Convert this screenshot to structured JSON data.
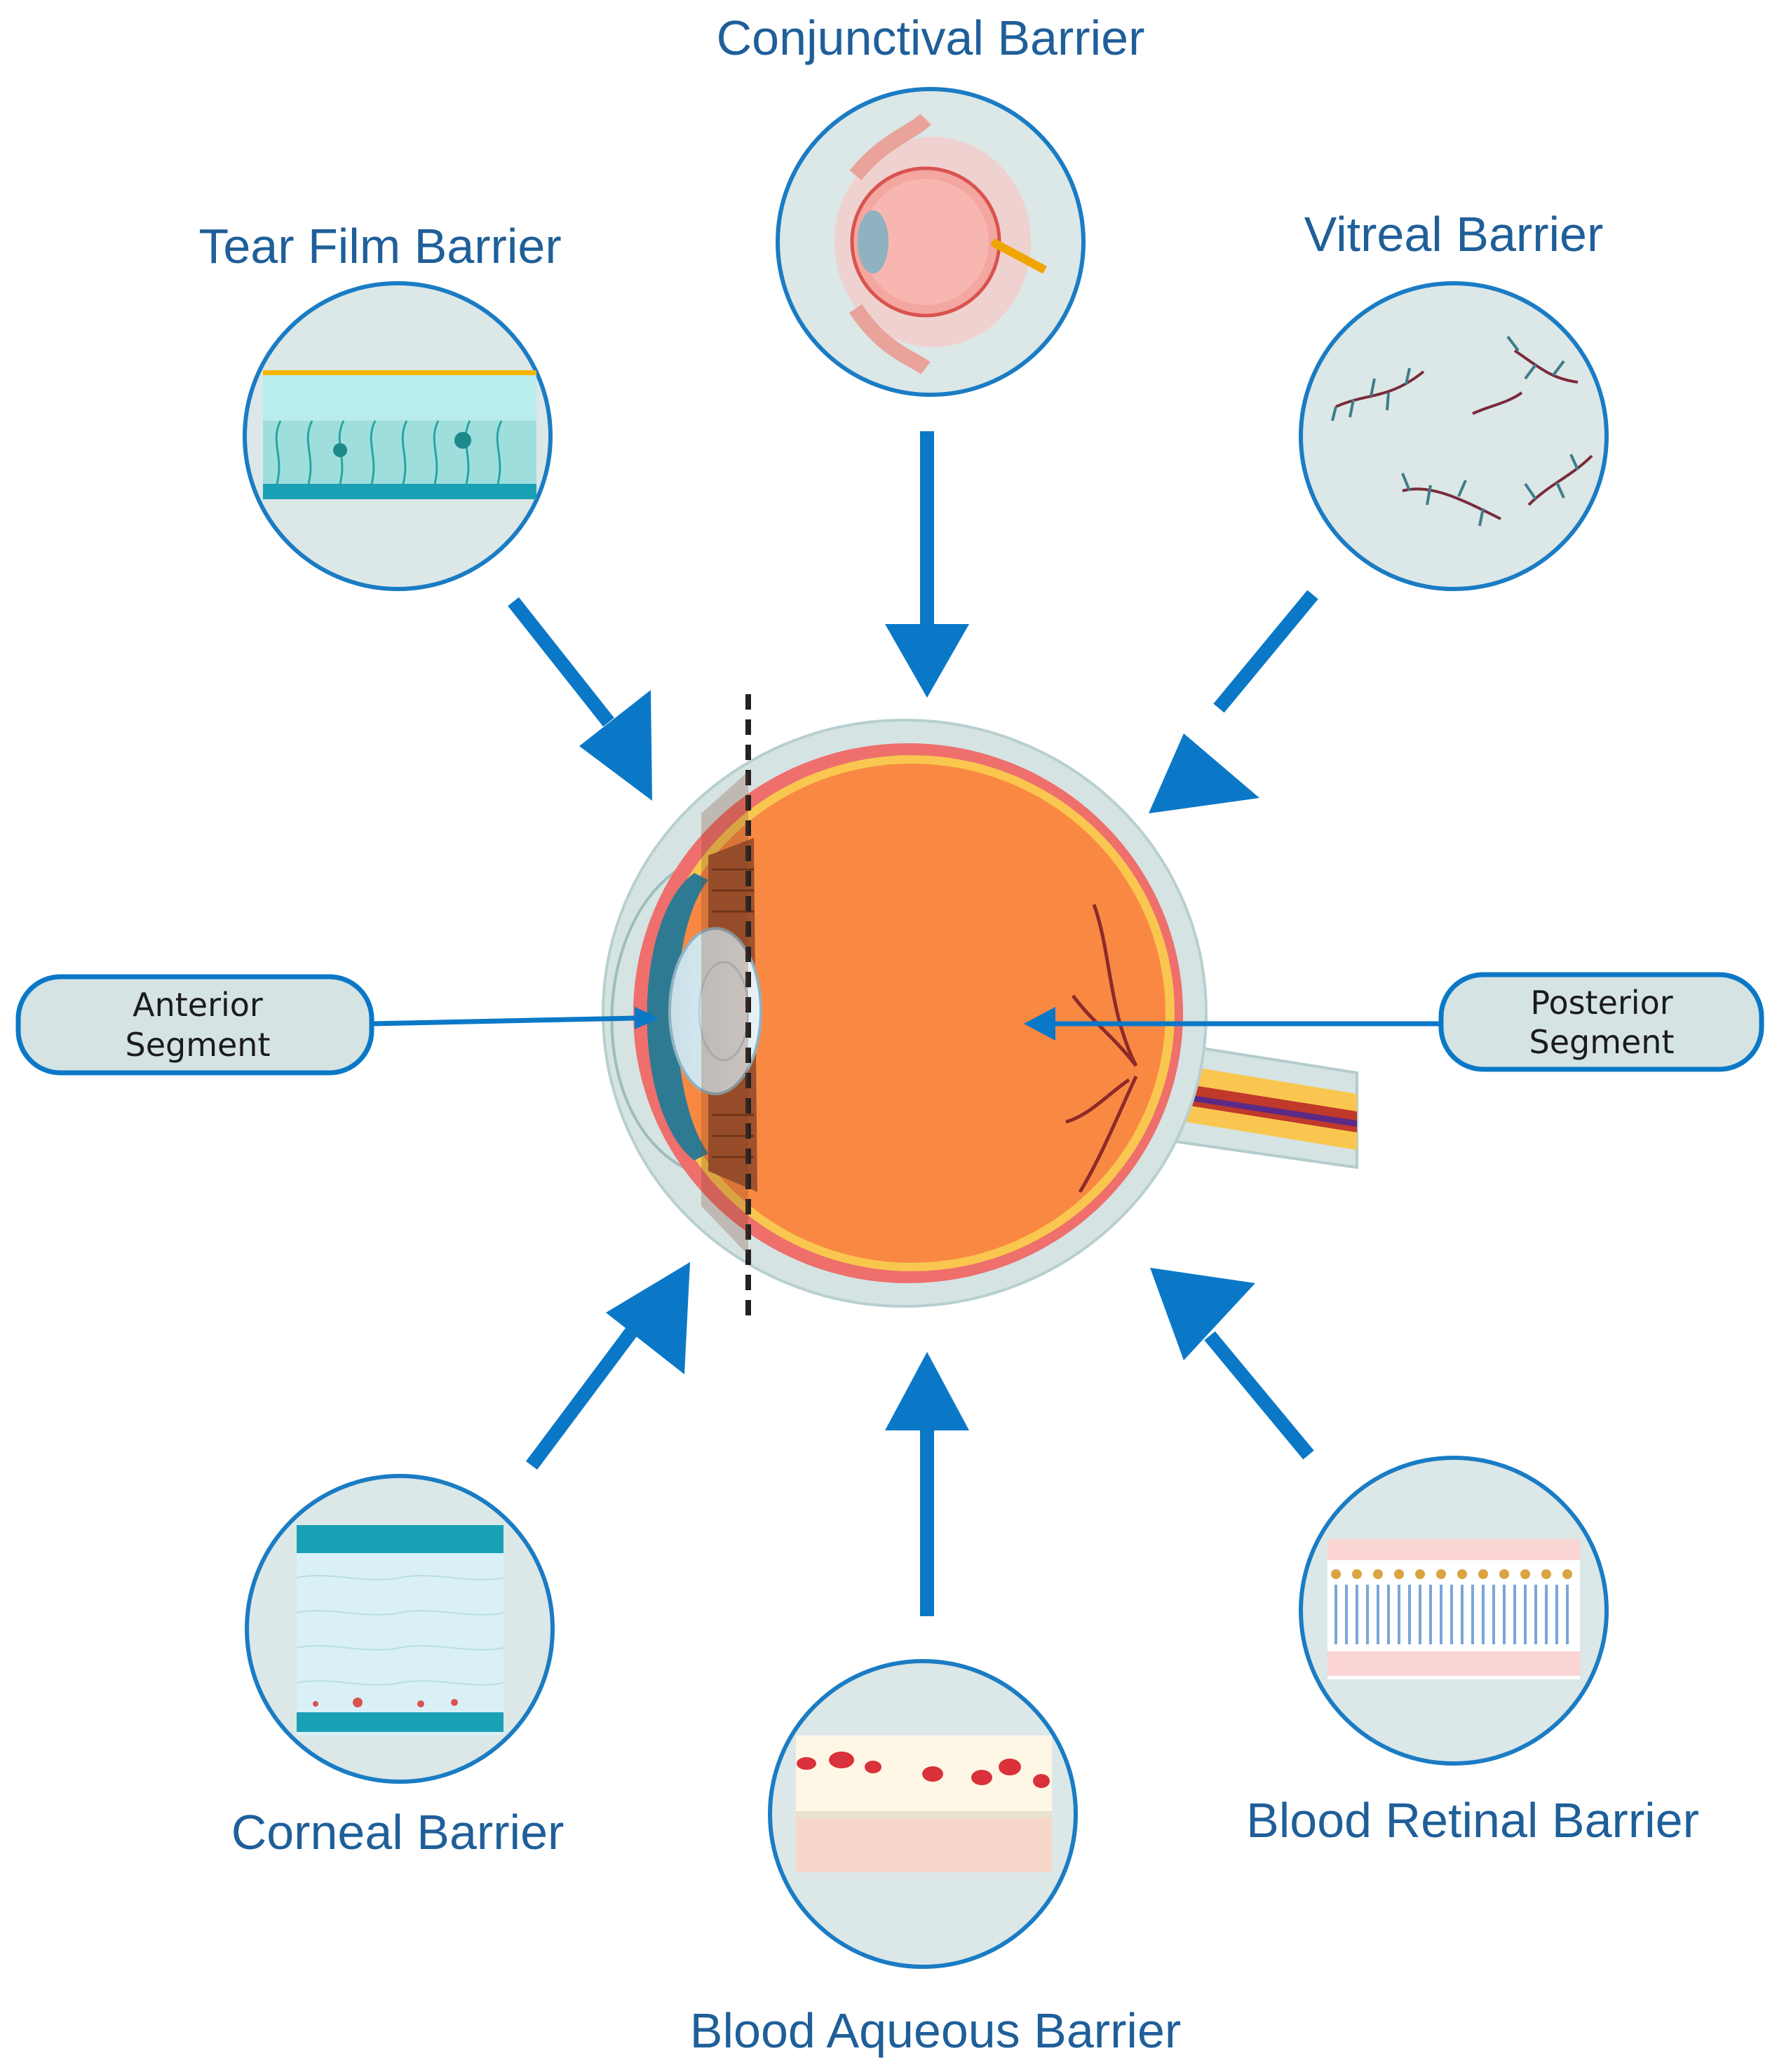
{
  "barriers": {
    "conjunctival": "Conjunctival Barrier",
    "tear_film": "Tear Film Barrier",
    "vitreal": "Vitreal Barrier",
    "corneal": "Corneal Barrier",
    "blood_aqueous": "Blood Aqueous Barrier",
    "blood_retinal": "Blood Retinal Barrier"
  },
  "segments": {
    "anterior_line1": "Anterior",
    "anterior_line2": "Segment",
    "posterior_line1": "Posterior",
    "posterior_line2": "Segment"
  },
  "colors": {
    "arrow": "#0b78c7",
    "label_text": "#1f5f99",
    "circle_border": "#1a7cc4",
    "circle_fill": "#dce7e7",
    "eye_vitreous": "#f98942",
    "sclera_outer": "#d5e3e3"
  }
}
